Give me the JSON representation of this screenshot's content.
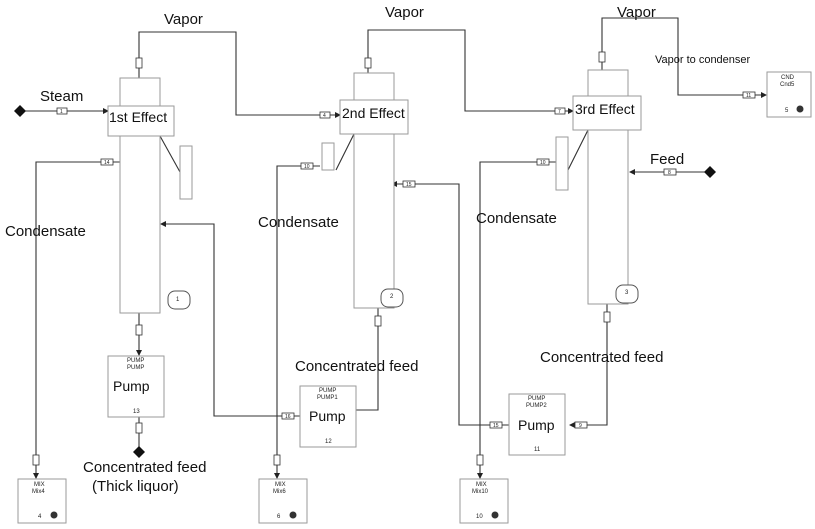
{
  "labels": {
    "vapor": "Vapor",
    "steam": "Steam",
    "feed": "Feed",
    "condensate": "Condensate",
    "concentrated_feed": "Concentrated feed",
    "thick_liquor": "(Thick liquor)",
    "vapor_to_condenser": "Vapor to condenser"
  },
  "effects": [
    {
      "name": "1st Effect",
      "number": "1"
    },
    {
      "name": "2nd Effect",
      "number": "2"
    },
    {
      "name": "3rd Effect",
      "number": "3"
    }
  ],
  "pumps": [
    {
      "type": "PUMP",
      "id": "PUMP",
      "name": "Pump",
      "number": "13"
    },
    {
      "type": "PUMP",
      "id": "PUMP1",
      "name": "Pump",
      "number": "12"
    },
    {
      "type": "PUMP",
      "id": "PUMP2",
      "name": "Pump",
      "number": "11"
    }
  ],
  "mixers": [
    {
      "type": "MIX",
      "id": "Mix4",
      "number": "4"
    },
    {
      "type": "MIX",
      "id": "Mix6",
      "number": "6"
    },
    {
      "type": "MIX",
      "id": "Mix10",
      "number": "10"
    }
  ],
  "condenser": {
    "type": "CND",
    "id": "Cnd5",
    "number": "5"
  },
  "streams": {
    "steam_in": "1",
    "vapor_1_2": "4",
    "vapor_2_3": "7",
    "vapor_out": "11",
    "feed_in": "8",
    "cond_1": "14",
    "cond_2": "10",
    "cond_3": "10",
    "liquid_2_to_1": "16",
    "liquid_3_to_2": "15",
    "pump2_out": "9"
  }
}
